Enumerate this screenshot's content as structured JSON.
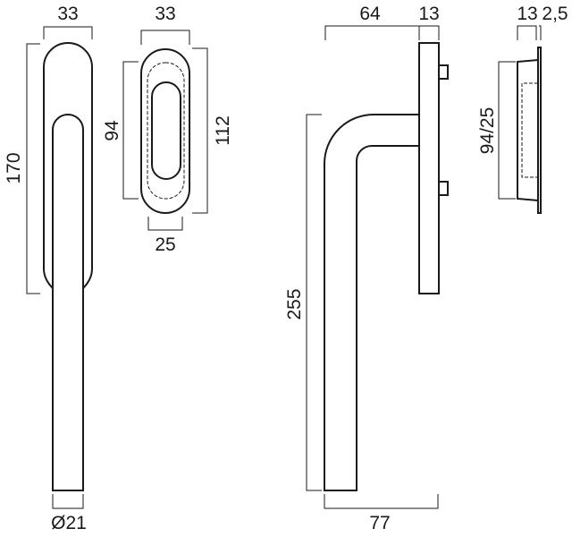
{
  "front_view": {
    "width_label": "33",
    "height_label": "170",
    "diameter_label": "Ø21"
  },
  "rosette_view": {
    "width_label": "33",
    "inner_height_label": "94",
    "outer_height_label": "112",
    "inner_width_label": "25"
  },
  "side_view": {
    "projection_label": "64",
    "plate_thickness_label": "13",
    "length_label": "255",
    "reach_label": "77"
  },
  "rosette_side_view": {
    "depth_label": "13",
    "flange_label": "2,5",
    "size_label": "94/25"
  },
  "colors": {
    "line": "#1a1a1a",
    "background": "#ffffff"
  }
}
